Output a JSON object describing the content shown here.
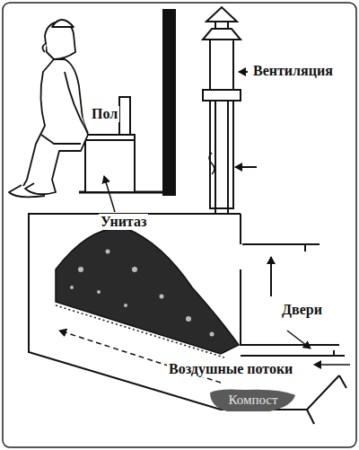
{
  "diagram": {
    "nodes": [
      {
        "text": [
          "Компост"
        ]
      }
    ],
    "labels": [
      "Вентиляция",
      "Пол",
      "Унитаз",
      "Двери",
      "Воздушные потоки"
    ]
  }
}
